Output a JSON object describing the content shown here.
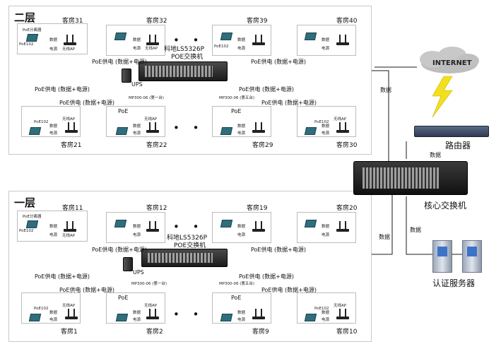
{
  "floor2": {
    "title": "二层",
    "rooms_top": [
      "客房31",
      "客房32",
      "客房39",
      "客房40"
    ],
    "rooms_bottom": [
      "客房21",
      "客房22",
      "客房29",
      "客房30"
    ],
    "switch_name": "科地LS5326P",
    "switch_sub": "POE交换机"
  },
  "floor1": {
    "title": "一层",
    "rooms_top": [
      "客房11",
      "客房12",
      "客房19",
      "客房20"
    ],
    "rooms_bottom": [
      "客房1",
      "客房2",
      "客房9",
      "客房10"
    ],
    "switch_name": "科地LS5326P",
    "switch_sub": "POE交换机"
  },
  "labels": {
    "poe_splitter": "PoE分离器",
    "poe_unit": "PoE102",
    "data": "数据",
    "power": "电源",
    "wireless_ap": "无线AP",
    "poe": "PoE",
    "poe_supply": "PoE供电 (数据+电源)",
    "ups": "UPS",
    "port_first": "MP300-06 (第一台)",
    "port_fifth": "MP300-06 (第五台)",
    "ellipsis": "• • •"
  },
  "network": {
    "internet": "INTERNET",
    "router": "路由器",
    "core_switch": "核心交换机",
    "auth_server": "认证服务器",
    "data_link": "数据"
  },
  "colors": {
    "wire": "#111111",
    "poe_box": "#2f6e7c",
    "lightning": "#f2e01e",
    "cloud": "#b9b9b9"
  },
  "icons": [
    "cloud-icon",
    "lightning-icon",
    "router-icon",
    "core-switch-icon",
    "server-icon",
    "poe-switch-icon",
    "ups-icon",
    "ap-icon",
    "poe-box-icon"
  ]
}
